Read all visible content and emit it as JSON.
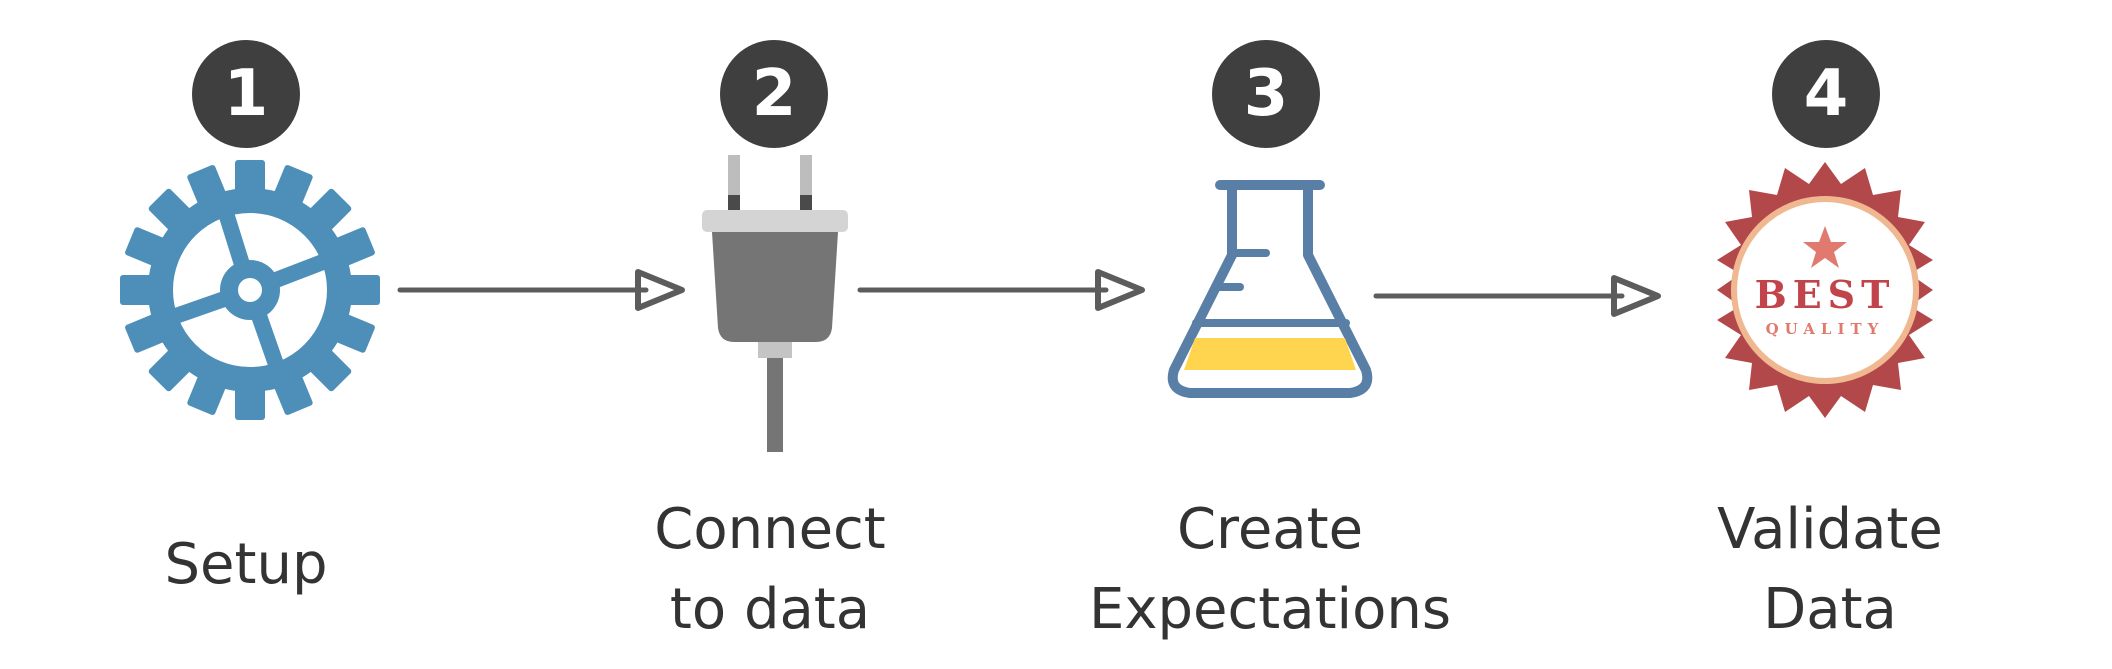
{
  "steps": [
    {
      "number": "1",
      "label": "Setup",
      "icon": "gear-icon"
    },
    {
      "number": "2",
      "label": "Connect\nto data",
      "icon": "plug-icon"
    },
    {
      "number": "3",
      "label": "Create\nExpectations",
      "icon": "flask-icon"
    },
    {
      "number": "4",
      "label": "Validate\nData",
      "icon": "best-quality-badge-icon"
    }
  ],
  "badge": {
    "title": "BEST",
    "subtitle": "QUALITY"
  },
  "colors": {
    "badge_bg": "#3f3f3f",
    "gear": "#4d8fb8",
    "plug": "#757575",
    "flask": "#5a7fa6",
    "liquid": "#ffd54f",
    "seal": "#b3484a",
    "seal_text": "#c0444a",
    "arrow": "#5c5c5c"
  }
}
